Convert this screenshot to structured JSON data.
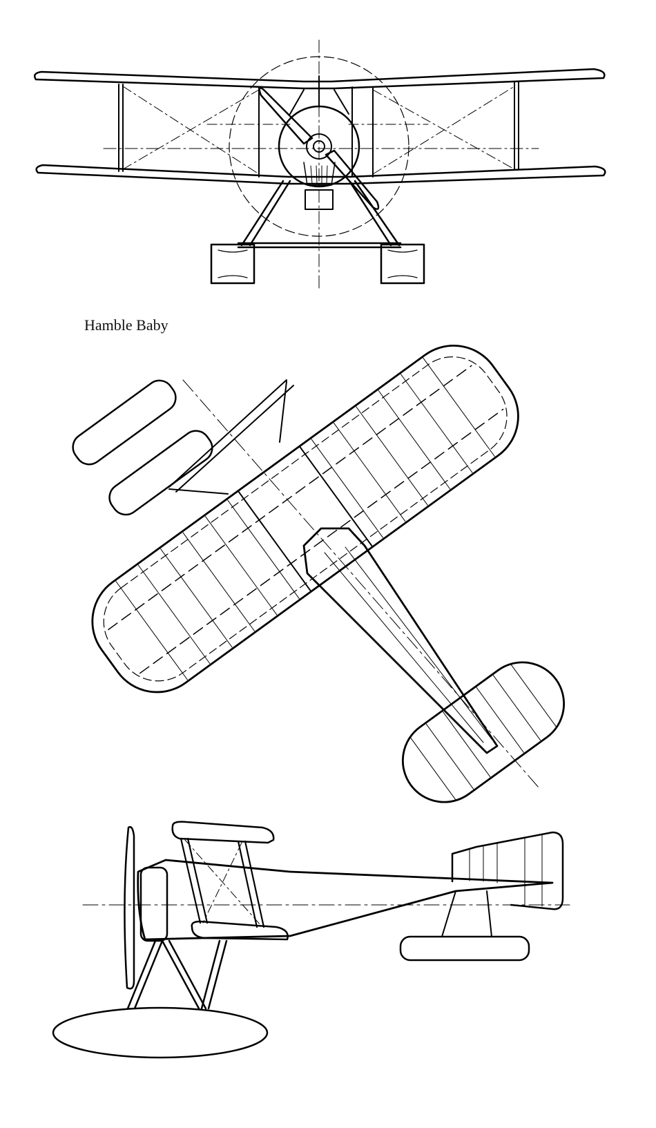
{
  "figure": {
    "caption": "Hamble Baby",
    "views": [
      "front-view",
      "plan-view",
      "side-view"
    ],
    "line_color": "#000000",
    "background": "#ffffff"
  }
}
